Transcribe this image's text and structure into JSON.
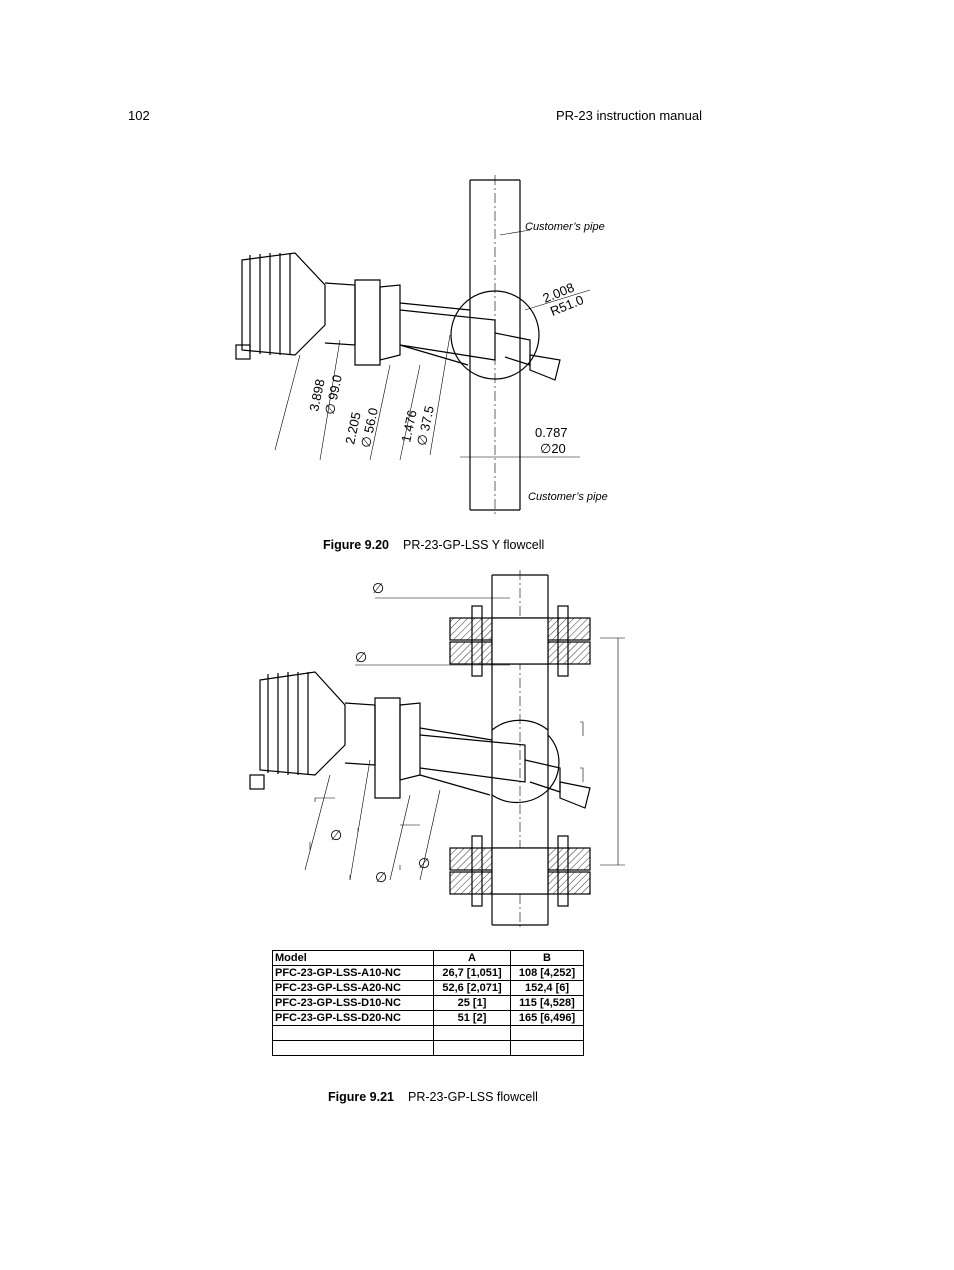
{
  "header": {
    "page_number": "102",
    "manual_title": "PR-23 instruction manual"
  },
  "figure1": {
    "number": "Figure 9.20",
    "title": "PR-23-GP-LSS Y flowcell",
    "labels": {
      "pipe_top": "Customer’s pipe",
      "pipe_bottom": "Customer’s pipe",
      "radius_in": "2.008",
      "radius_mm": "R51.0",
      "d1_in": "3.898",
      "d1_mm": "∅ 99.0",
      "d2_in": "2.205",
      "d2_mm": "∅ 56.0",
      "d3_in": "1.476",
      "d3_mm": "∅ 37.5",
      "d4_in": "0.787",
      "d4_mm": "∅20"
    }
  },
  "figure2": {
    "number": "Figure 9.21",
    "title": "PR-23-GP-LSS flowcell",
    "diameter_symbol": "∅",
    "table": {
      "headers": [
        "Model",
        "A",
        "B"
      ],
      "rows": [
        [
          "PFC-23-GP-LSS-A10-NC",
          "26,7 [1,051]",
          "108 [4,252]"
        ],
        [
          "PFC-23-GP-LSS-A20-NC",
          "52,6 [2,071]",
          "152,4  [6]"
        ],
        [
          "PFC-23-GP-LSS-D10-NC",
          "25 [1]",
          "115 [4,528]"
        ],
        [
          "PFC-23-GP-LSS-D20-NC",
          "51 [2]",
          "165 [6,496]"
        ],
        [
          "",
          "",
          ""
        ],
        [
          "",
          "",
          ""
        ]
      ]
    }
  }
}
